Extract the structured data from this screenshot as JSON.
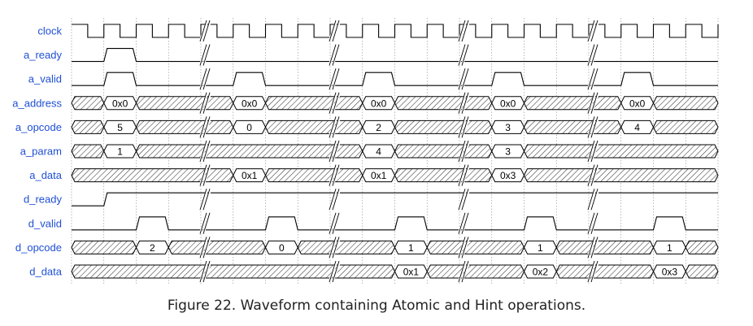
{
  "caption": "Figure 22. Waveform containing Atomic and Hint operations.",
  "colors": {
    "label": "#1f4fd6",
    "line": "#000000",
    "grid": "#888888",
    "background": "#ffffff"
  },
  "timing": {
    "signals": [
      {
        "name": "clock",
        "kind": "clock"
      },
      {
        "name": "a_ready",
        "kind": "bit"
      },
      {
        "name": "a_valid",
        "kind": "bit"
      },
      {
        "name": "a_address",
        "kind": "bus"
      },
      {
        "name": "a_opcode",
        "kind": "bus"
      },
      {
        "name": "a_param",
        "kind": "bus"
      },
      {
        "name": "a_data",
        "kind": "bus"
      },
      {
        "name": "d_ready",
        "kind": "bit"
      },
      {
        "name": "d_valid",
        "kind": "bit"
      },
      {
        "name": "d_opcode",
        "kind": "bus"
      },
      {
        "name": "d_data",
        "kind": "bus"
      }
    ],
    "cycles": 20,
    "breaks_after_cycle": [
      4,
      8,
      12,
      16
    ],
    "a_ready": [
      [
        1,
        2
      ]
    ],
    "a_valid": [
      [
        1,
        2
      ],
      [
        5,
        6
      ],
      [
        9,
        10
      ],
      [
        13,
        14
      ],
      [
        17,
        18
      ]
    ],
    "a_address": [
      {
        "from": 1,
        "to": 2,
        "text": "0x0"
      },
      {
        "from": 5,
        "to": 6,
        "text": "0x0"
      },
      {
        "from": 9,
        "to": 10,
        "text": "0x0"
      },
      {
        "from": 13,
        "to": 14,
        "text": "0x0"
      },
      {
        "from": 17,
        "to": 18,
        "text": "0x0"
      }
    ],
    "a_opcode": [
      {
        "from": 1,
        "to": 2,
        "text": "5"
      },
      {
        "from": 5,
        "to": 6,
        "text": "0"
      },
      {
        "from": 9,
        "to": 10,
        "text": "2"
      },
      {
        "from": 13,
        "to": 14,
        "text": "3"
      },
      {
        "from": 17,
        "to": 18,
        "text": "4"
      }
    ],
    "a_param": [
      {
        "from": 1,
        "to": 2,
        "text": "1"
      },
      {
        "from": 9,
        "to": 10,
        "text": "4"
      },
      {
        "from": 13,
        "to": 14,
        "text": "3"
      }
    ],
    "a_data": [
      {
        "from": 5,
        "to": 6,
        "text": "0x1"
      },
      {
        "from": 9,
        "to": 10,
        "text": "0x1"
      },
      {
        "from": 13,
        "to": 14,
        "text": "0x3"
      }
    ],
    "d_ready": [
      [
        1,
        20
      ]
    ],
    "d_valid": [
      [
        2,
        3
      ],
      [
        6,
        7
      ],
      [
        10,
        11
      ],
      [
        14,
        15
      ],
      [
        18,
        19
      ]
    ],
    "d_opcode": [
      {
        "from": 2,
        "to": 3,
        "text": "2"
      },
      {
        "from": 6,
        "to": 7,
        "text": "0"
      },
      {
        "from": 10,
        "to": 11,
        "text": "1"
      },
      {
        "from": 14,
        "to": 15,
        "text": "1"
      },
      {
        "from": 18,
        "to": 19,
        "text": "1"
      }
    ],
    "d_data": [
      {
        "from": 10,
        "to": 11,
        "text": "0x1"
      },
      {
        "from": 14,
        "to": 15,
        "text": "0x2"
      },
      {
        "from": 18,
        "to": 19,
        "text": "0x3"
      }
    ]
  }
}
